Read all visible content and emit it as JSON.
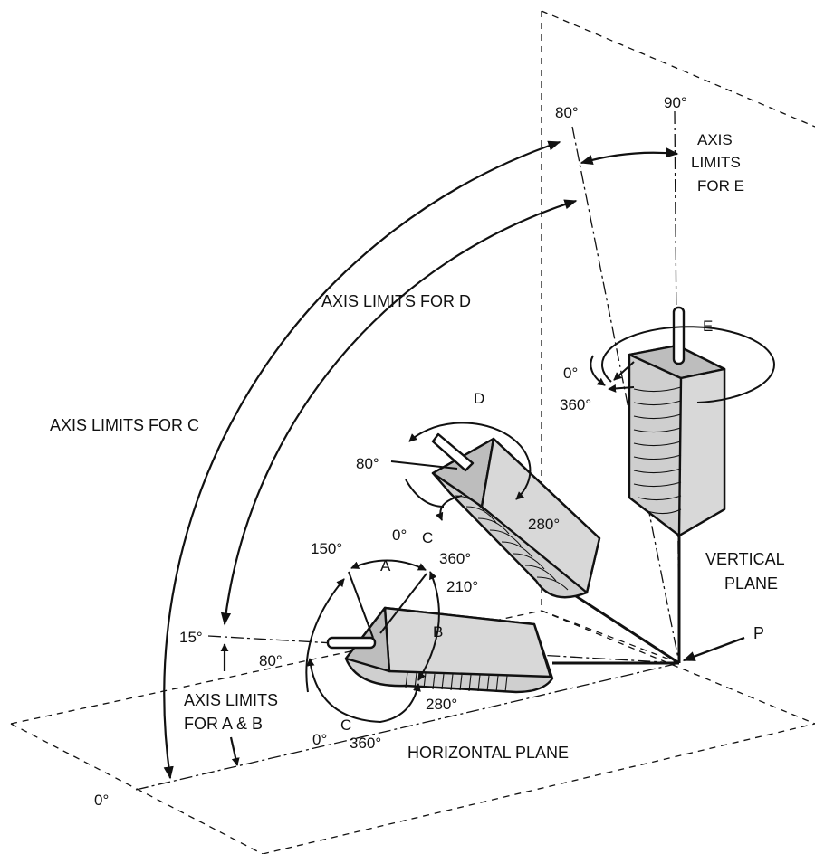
{
  "labels": {
    "angle_80_top": "80°",
    "angle_90_top": "90°",
    "axis_limits_e_1": "AXIS",
    "axis_limits_e_2": "LIMITS",
    "axis_limits_e_3": "FOR  E",
    "axis_limits_d": "AXIS LIMITS FOR  D",
    "axis_limits_c": "AXIS LIMITS FOR  C",
    "axis_e": "E",
    "e_0": "0°",
    "e_360": "360°",
    "axis_d": "D",
    "d_80": "80°",
    "d_c": "C",
    "d_0": "0°",
    "d_280": "280°",
    "d_360": "360°",
    "ab_150": "150°",
    "axis_a": "A",
    "ab_210": "210°",
    "axis_b": "B",
    "ab_15": "15°",
    "ab_80": "80°",
    "ab_280": "280°",
    "axis_limits_ab_1": "AXIS LIMITS",
    "axis_limits_ab_2": "FOR  A & B",
    "ab_c": "C",
    "ab_0": "0°",
    "ab_360": "360°",
    "vertical_plane_1": "VERTICAL",
    "vertical_plane_2": "PLANE",
    "point_p": "P",
    "horizontal_plane": "HORIZONTAL PLANE",
    "angle_0_bottom": "0°"
  },
  "colors": {
    "line": "#111111",
    "body_fill": "#cfcfcf",
    "body_shade": "#bdbdbd",
    "background": "#ffffff"
  }
}
